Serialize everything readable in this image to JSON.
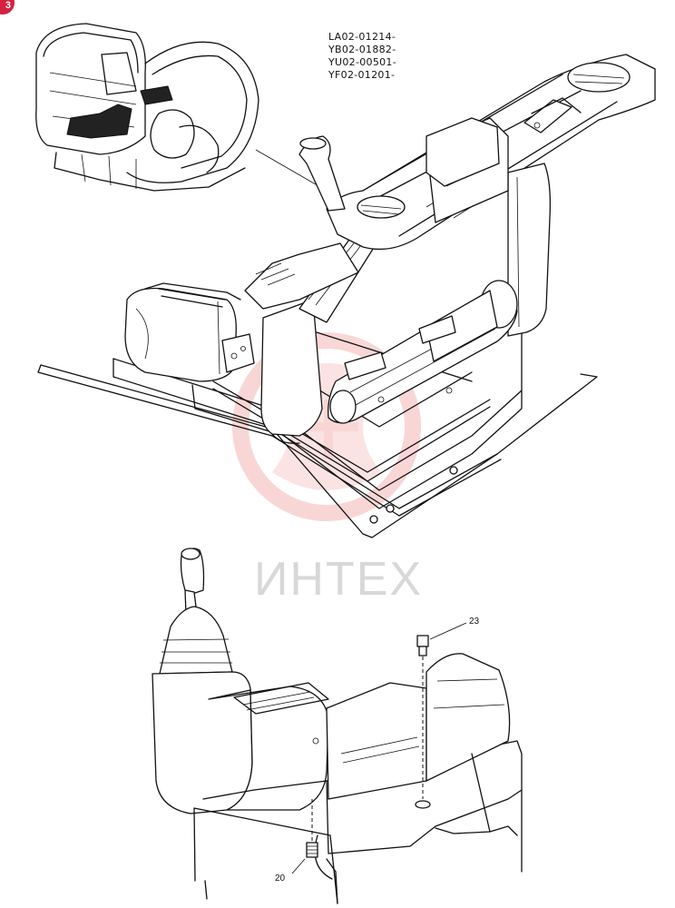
{
  "page_badge": "3",
  "serial_numbers": [
    "LA02-01214-",
    "YB02-01882-",
    "YU02-00501-",
    "YF02-01201-"
  ],
  "watermark_text": "ИНТЕХ",
  "callouts": [
    {
      "label": "23",
      "part": "bolt-top"
    },
    {
      "label": "20",
      "part": "bolt-bottom"
    }
  ],
  "colors": {
    "badge": "#d4213f",
    "watermark": "#f2b8b8",
    "line": "#111111"
  }
}
